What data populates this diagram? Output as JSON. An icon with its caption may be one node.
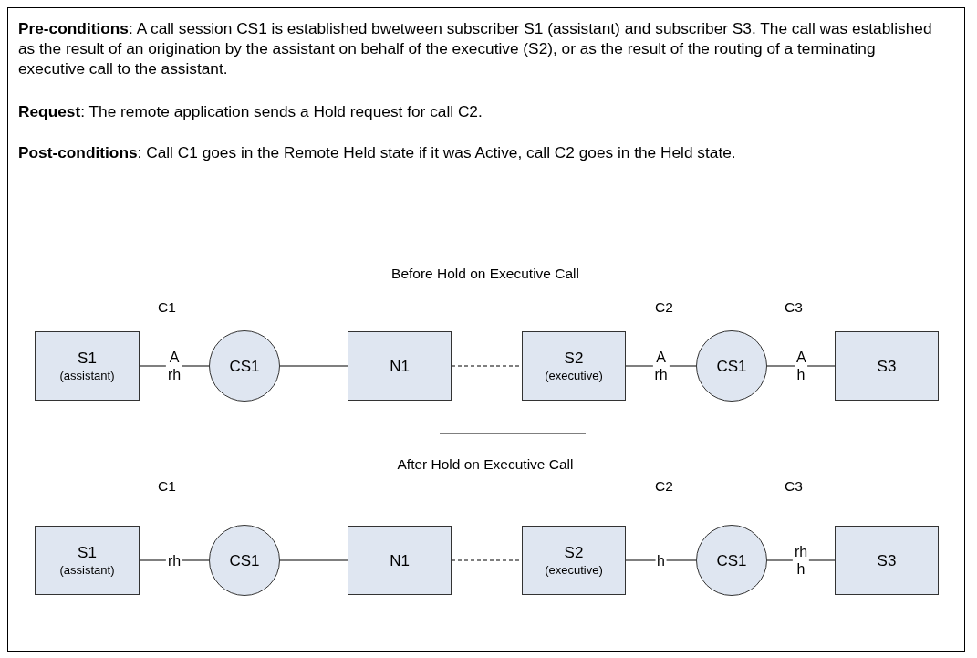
{
  "diagram": {
    "nodes": [
      {
        "text": [
          "S1",
          "(assistant)"
        ]
      },
      {
        "text": [
          "CS1"
        ]
      },
      {
        "text": [
          "N1"
        ]
      },
      {
        "text": [
          "S2",
          "(executive)"
        ]
      },
      {
        "text": [
          "CS1"
        ]
      },
      {
        "text": [
          "S3"
        ]
      },
      {
        "text": [
          "S1",
          "(assistant)"
        ]
      },
      {
        "text": [
          "CS1"
        ]
      },
      {
        "text": [
          "N1"
        ]
      },
      {
        "text": [
          "S2",
          "(executive)"
        ]
      },
      {
        "text": [
          "CS1"
        ]
      },
      {
        "text": [
          "S3"
        ]
      }
    ],
    "edges": [
      {
        "from": 0,
        "to": 1,
        "arrow": "none",
        "label": "A rh"
      },
      {
        "from": 1,
        "to": 2,
        "arrow": "none"
      },
      {
        "from": 2,
        "to": 3,
        "arrow": "none",
        "style": "dashed"
      },
      {
        "from": 3,
        "to": 4,
        "arrow": "none",
        "label": "A rh"
      },
      {
        "from": 4,
        "to": 5,
        "arrow": "none",
        "label": "A h"
      },
      {
        "from": 6,
        "to": 7,
        "arrow": "none",
        "label": "rh"
      },
      {
        "from": 7,
        "to": 8,
        "arrow": "none"
      },
      {
        "from": 8,
        "to": 9,
        "arrow": "none",
        "style": "dashed"
      },
      {
        "from": 9,
        "to": 10,
        "arrow": "none",
        "label": "h"
      },
      {
        "from": 10,
        "to": 11,
        "arrow": "none",
        "label": "rh h"
      }
    ],
    "labels": [
      "**Pre-conditions**:  A call session CS1 is established bwetween subscriber S1 (assistant) and subscriber S3.  The call was established as the result of an origination by the assistant on behalf of the executive (S2), or as the result of the routing of a terminating executive call to the assistant.",
      "**Request**:  The remote application sends a Hold request for call C2.",
      "**Post-conditions**:  Call C1 goes in the Remote Held state if it was Active, call C2 goes in the Held state.",
      "Before Hold on Executive Call",
      "C1",
      "C2",
      "C3",
      "After Hold on Executive Call",
      "C1",
      "C2",
      "C3"
    ]
  }
}
